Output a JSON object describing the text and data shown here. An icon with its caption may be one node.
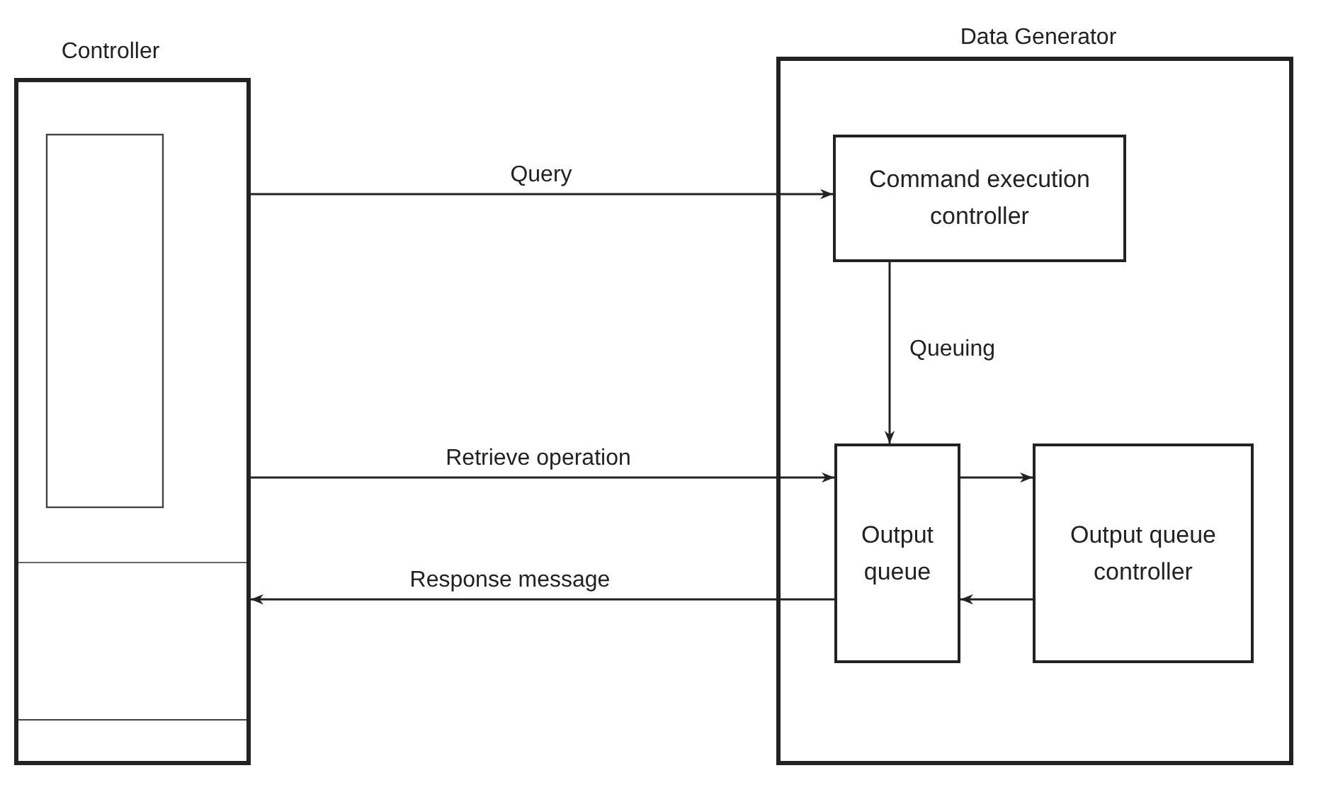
{
  "diagram": {
    "nodes": [
      {
        "text": [
          "Controller"
        ]
      },
      {
        "text": [
          "Data Generator"
        ]
      },
      {
        "text": [
          "Command execution controller"
        ],
        "in": 1
      },
      {
        "text": [
          "Output queue"
        ],
        "in": 1
      },
      {
        "text": [
          "Output queue controller"
        ],
        "in": 1
      }
    ],
    "edges": [
      {
        "from": 0,
        "to": 2,
        "arrow": "to",
        "label": "Query"
      },
      {
        "from": 2,
        "to": 3,
        "arrow": "to",
        "label": "Queuing"
      },
      {
        "from": 0,
        "to": 3,
        "arrow": "to",
        "label": "Retrieve operation"
      },
      {
        "from": 3,
        "to": 4,
        "arrow": "to"
      },
      {
        "from": 4,
        "to": 3,
        "arrow": "to"
      },
      {
        "from": 3,
        "to": 0,
        "arrow": "to",
        "label": "Response message"
      }
    ]
  }
}
